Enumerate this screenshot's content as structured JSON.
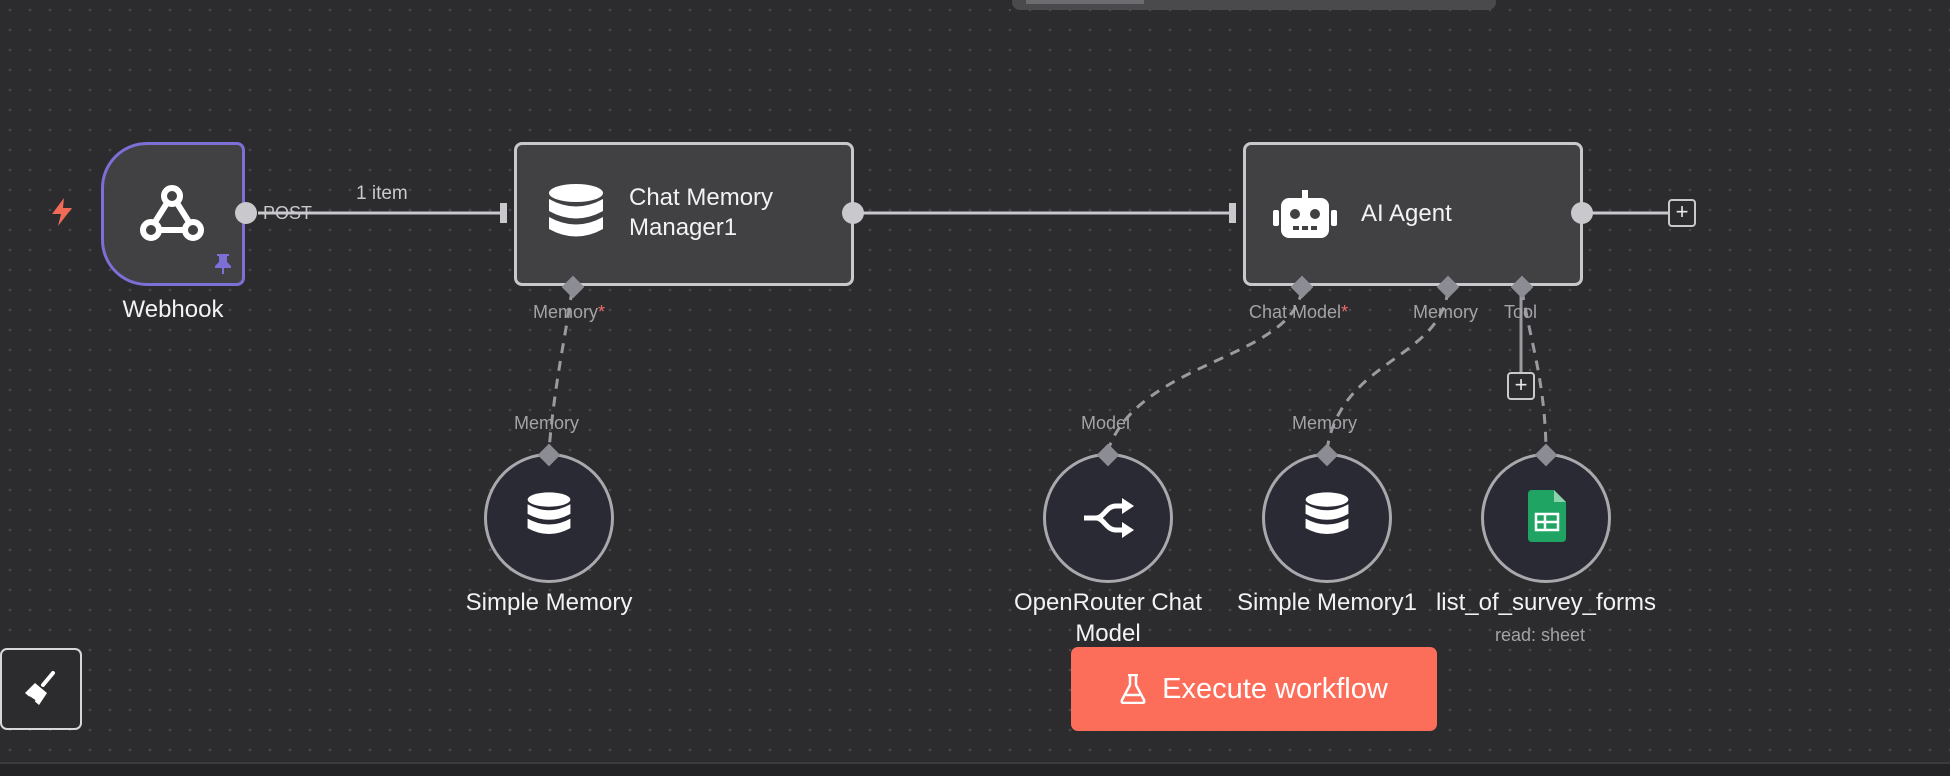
{
  "canvas": {
    "connection_item_count": "1 item",
    "webhook_method": "POST"
  },
  "nodes": {
    "webhook": {
      "title": "Webhook",
      "icon": "webhook-icon",
      "border_color": "#7c6fd6"
    },
    "chat_memory_manager": {
      "title_line1": "Chat Memory",
      "title_line2": "Manager1",
      "port_memory": "Memory",
      "required_marker": "*"
    },
    "ai_agent": {
      "title": "AI Agent",
      "port_chat_model": "Chat Model",
      "port_memory": "Memory",
      "port_tool": "Tool",
      "required_marker": "*"
    },
    "simple_memory": {
      "title": "Simple Memory",
      "port": "Memory"
    },
    "openrouter_chat_model": {
      "title_line1": "OpenRouter Chat",
      "title_line2": "Model",
      "port": "Model"
    },
    "simple_memory1": {
      "title": "Simple Memory1",
      "port": "Memory"
    },
    "list_of_survey_forms": {
      "title": "list_of_survey_forms",
      "subtitle": "read: sheet",
      "icon": "google-sheets-icon"
    }
  },
  "actions": {
    "execute_workflow": "Execute workflow"
  },
  "colors": {
    "accent": "#fc6d5a",
    "trigger": "#f06b55",
    "sheets_green": "#1fa463"
  }
}
